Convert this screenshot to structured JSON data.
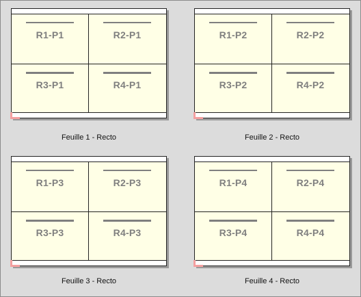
{
  "sheets": [
    {
      "caption": "Feuille 1 - Recto",
      "cells": [
        "R1-P1",
        "R2-P1",
        "R3-P1",
        "R4-P1"
      ]
    },
    {
      "caption": "Feuille 2 - Recto",
      "cells": [
        "R1-P2",
        "R2-P2",
        "R3-P2",
        "R4-P2"
      ]
    },
    {
      "caption": "Feuille 3 - Recto",
      "cells": [
        "R1-P3",
        "R2-P3",
        "R3-P3",
        "R4-P3"
      ]
    },
    {
      "caption": "Feuille 4 - Recto",
      "cells": [
        "R1-P4",
        "R2-P4",
        "R3-P4",
        "R4-P4"
      ]
    }
  ],
  "colors": {
    "page_fill": "#ffffe6",
    "label_gray": "#7f7f7f",
    "corner_mark": "#f4a0a0",
    "background": "#dcdcdc"
  }
}
